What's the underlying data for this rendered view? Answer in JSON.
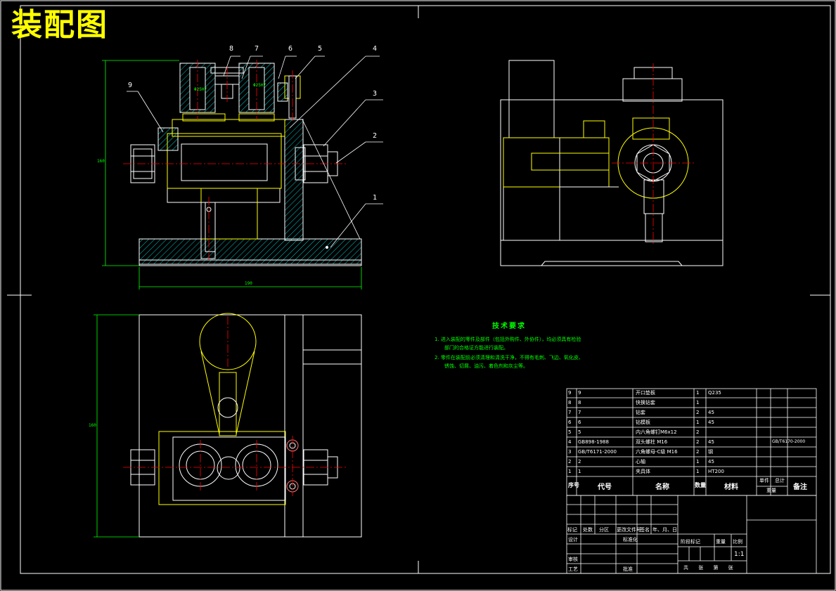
{
  "drawing": {
    "title": "装配图",
    "colors": {
      "background": "#000000",
      "outline": "#ffffff",
      "part": "#ffff00",
      "center": "#ff0000",
      "dimension": "#00ff00",
      "hatch": "#00ffff"
    },
    "callouts": [
      "8",
      "7",
      "6",
      "5",
      "4",
      "3",
      "2",
      "1",
      "9"
    ],
    "dimensions": {
      "height_front": "160",
      "width_front": "190",
      "height_top": "160",
      "dia_left": "Φ25H7",
      "dia_right": "Φ25H7"
    }
  },
  "tech_requirements": {
    "title": "技术要求",
    "lines": [
      "1. 进入装配的零件及部件（包括外购件、外协件），均必须具有检验",
      "部门的合格证方能进行装配。",
      "2. 零件在装配前必须清理和清洗干净，不得有毛刺、飞边、氧化皮、",
      "锈蚀、切屑、油污、着色剂和灰尘等。"
    ]
  },
  "bom": {
    "rows": [
      {
        "no": "9",
        "code": "9",
        "name": "开口垫板",
        "qty": "1",
        "material": "Q235",
        "note": ""
      },
      {
        "no": "8",
        "code": "8",
        "name": "快换钻套",
        "qty": "1",
        "material": "",
        "note": ""
      },
      {
        "no": "7",
        "code": "7",
        "name": "钻套",
        "qty": "2",
        "material": "45",
        "note": ""
      },
      {
        "no": "6",
        "code": "6",
        "name": "钻模板",
        "qty": "1",
        "material": "45",
        "note": ""
      },
      {
        "no": "5",
        "code": "5",
        "name": "内六角螺钉M6x12",
        "qty": "2",
        "material": "",
        "note": ""
      },
      {
        "no": "4",
        "code": "GB898-1988",
        "name": "双头螺柱 M16",
        "qty": "2",
        "material": "45",
        "note": "GB/T6170-2000"
      },
      {
        "no": "3",
        "code": "GB/T6171-2000",
        "name": "六角螺母-C级 M16",
        "qty": "2",
        "material": "钢",
        "note": ""
      },
      {
        "no": "2",
        "code": "2",
        "name": "心轴",
        "qty": "1",
        "material": "45",
        "note": ""
      },
      {
        "no": "1",
        "code": "1",
        "name": "夹具体",
        "qty": "1",
        "material": "HT200",
        "note": ""
      }
    ],
    "header": {
      "no": "序号",
      "code": "代号",
      "name": "名称",
      "qty": "数量",
      "material": "材料",
      "unit": "单件",
      "total": "总计",
      "weight": "重量",
      "note": "备注"
    }
  },
  "title_block": {
    "labels": [
      "标记",
      "处数",
      "分区",
      "更改文件号",
      "签名",
      "年、月、日"
    ],
    "design": "设计",
    "standard": "标准化",
    "review": "审核",
    "process": "工艺",
    "approve": "批准",
    "stage": "阶段标记",
    "mass": "重量",
    "scale_label": "比例",
    "scale": "1:1",
    "sheets": "共 张 第 张"
  }
}
